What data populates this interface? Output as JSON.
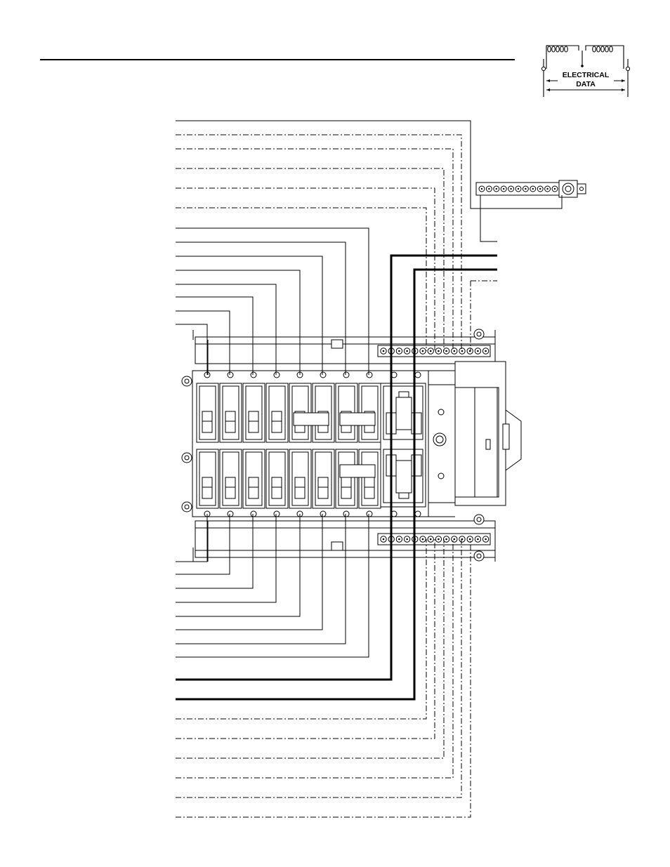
{
  "badge": {
    "line1": "ELECTRICAL",
    "line2": "DATA"
  },
  "diagram": {
    "breaker_columns": 10,
    "breaker_rows": 2,
    "colors": {
      "ink": "#000000",
      "paper": "#ffffff"
    }
  }
}
